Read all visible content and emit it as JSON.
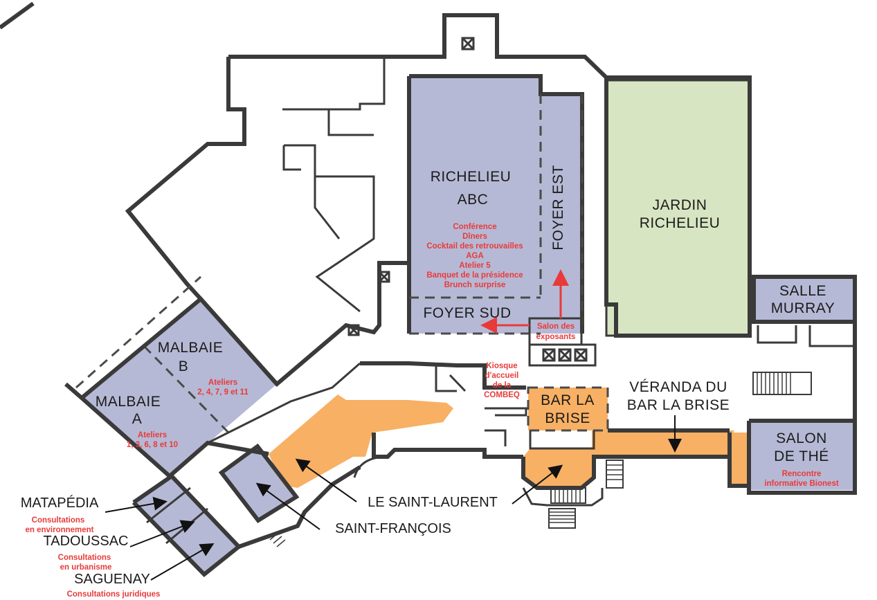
{
  "colors": {
    "meeting_room": "#b6b9d5",
    "garden": "#d8e5c2",
    "bar_area": "#f7b064",
    "activity_text": "#e83a3a",
    "walls": "#3a3a3a"
  },
  "rooms": {
    "richelieu": {
      "line1": "RICHELIEU",
      "line2": "ABC",
      "activities": [
        "Conférence",
        "Dîners",
        "Cocktail des retrouvailles",
        "AGA",
        "Atelier 5",
        "Banquet de la présidence",
        "Brunch surprise"
      ]
    },
    "foyer_est": "FOYER EST",
    "foyer_sud": "FOYER SUD",
    "jardin": {
      "line1": "JARDIN",
      "line2": "RICHELIEU"
    },
    "salle_murray": {
      "line1": "SALLE",
      "line2": "MURRAY"
    },
    "salon_exposants": {
      "line1": "Salon des",
      "line2": "exposants"
    },
    "kiosque": [
      "Kiosque",
      "d'accueil",
      "de la",
      "COMBEQ"
    ],
    "malbaie_b": {
      "line1": "MALBAIE",
      "line2": "B",
      "act1": "Ateliers",
      "act2": "2, 4, 7, 9 et 11"
    },
    "malbaie_a": {
      "line1": "MALBAIE",
      "line2": "A",
      "act1": "Ateliers",
      "act2": "1, 3, 6, 8 et 10"
    },
    "bar_la_brise": {
      "line1": "BAR LA",
      "line2": "BRISE"
    },
    "veranda": {
      "line1": "VÉRANDA DU",
      "line2": "BAR LA BRISE"
    },
    "salon_the": {
      "line1": "SALON",
      "line2": "DE THÉ",
      "act1": "Rencontre",
      "act2": "informative Bionest"
    }
  },
  "callouts": {
    "matapedia": {
      "name": "MATAPÉDIA",
      "act1": "Consultations",
      "act2": "en environnement"
    },
    "tadoussac": {
      "name": "TADOUSSAC",
      "act1": "Consultations",
      "act2": "en urbanisme"
    },
    "saguenay": {
      "name": "SAGUENAY",
      "act1": "Consultations juridiques"
    },
    "saint_laurent": "LE SAINT-LAURENT",
    "saint_francois": "SAINT-FRANÇOIS"
  }
}
